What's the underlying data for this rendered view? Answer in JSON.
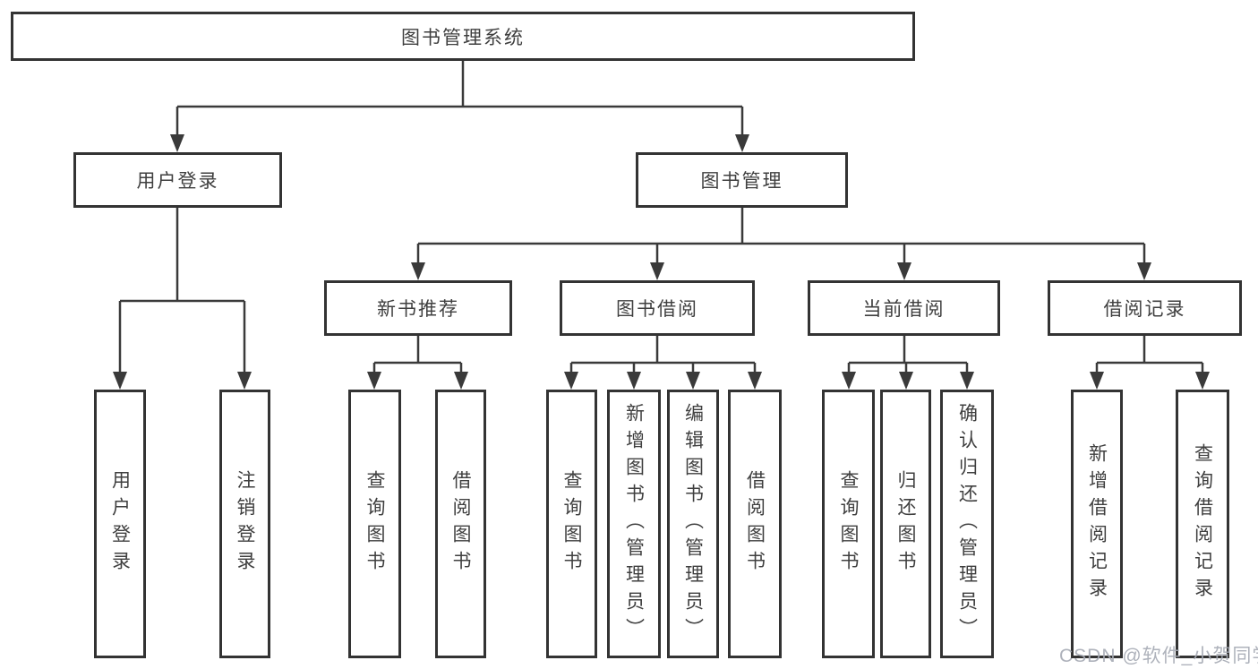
{
  "tree": {
    "label": "图书管理系统",
    "children": [
      {
        "label": "用户登录",
        "children": [
          {
            "label": "用户登录"
          },
          {
            "label": "注销登录"
          }
        ]
      },
      {
        "label": "图书管理",
        "children": [
          {
            "label": "新书推荐",
            "children": [
              {
                "label": "查询图书"
              },
              {
                "label": "借阅图书"
              }
            ]
          },
          {
            "label": "图书借阅",
            "children": [
              {
                "label": "查询图书"
              },
              {
                "label": "新增图书（管理员）"
              },
              {
                "label": "编辑图书（管理员）"
              },
              {
                "label": "借阅图书"
              }
            ]
          },
          {
            "label": "当前借阅",
            "children": [
              {
                "label": "查询图书"
              },
              {
                "label": "归还图书"
              },
              {
                "label": "确认归还（管理员）"
              }
            ]
          },
          {
            "label": "借阅记录",
            "children": [
              {
                "label": "新增借阅记录"
              },
              {
                "label": "查询借阅记录"
              }
            ]
          }
        ]
      }
    ]
  },
  "watermark": {
    "text": "CSDN @软件_小贺同学"
  },
  "colors": {
    "line": "#3a3a3a",
    "box_border": "#333333",
    "text": "#3f3f3f",
    "watermark": "#a5aab4",
    "background": "#ffffff"
  }
}
